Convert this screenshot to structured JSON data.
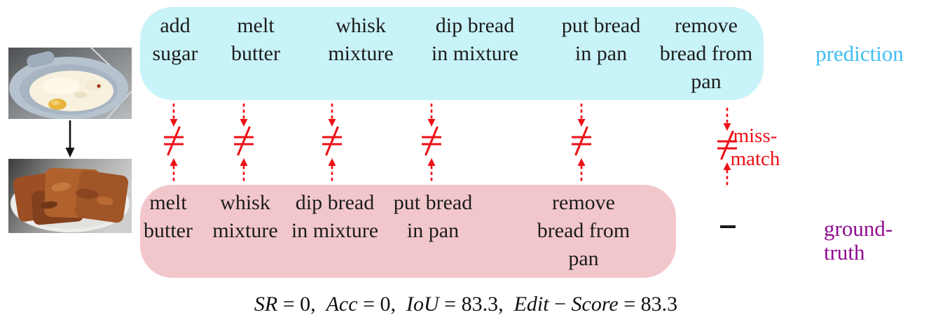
{
  "figure": {
    "title_semantic": "prediction-vs-ground-truth-action-sequence-comparison",
    "prediction": {
      "label": "prediction",
      "label_color": "#3fbdf0",
      "box_color": "#c8f3f8",
      "items": [
        {
          "text": "add\nsugar"
        },
        {
          "text": "melt\nbutter"
        },
        {
          "text": "whisk\nmixture"
        },
        {
          "text": "dip bread\nin mixture"
        },
        {
          "text": "put bread\nin pan"
        },
        {
          "text": "remove\nbread from\npan"
        }
      ]
    },
    "ground_truth": {
      "label": "ground-truth",
      "label_color": "#8e0c8e",
      "box_color": "#f2c7cc",
      "items": [
        {
          "text": "melt\nbutter"
        },
        {
          "text": "whisk\nmixture"
        },
        {
          "text": "dip bread\nin mixture"
        },
        {
          "text": "put bread\nin pan"
        },
        {
          "text": "remove\nbread from\npan"
        }
      ],
      "missing_slot": "−"
    },
    "mismatch": {
      "label": "miss-\nmatch",
      "symbol": "≠",
      "color": "#ee1016",
      "count": 6
    },
    "photos": {
      "first_frame": "bowl-with-milk-egg-mixture-photo",
      "last_frame": "french-toast-on-plate-photo",
      "transition": "down-arrow"
    },
    "metrics": {
      "sr_var": "SR",
      "sr_rest": " = 0,  ",
      "acc_var": "Acc",
      "acc_rest": " = 0,  ",
      "iou_var": "IoU",
      "iou_rest": " = 83.3,  ",
      "edit_var": "Edit",
      "edit_minus": " − ",
      "score_var": "Score",
      "score_rest": " = 83.3",
      "values": {
        "SR": 0,
        "Acc": 0,
        "IoU": 83.3,
        "Edit-Score": 83.3
      }
    }
  }
}
